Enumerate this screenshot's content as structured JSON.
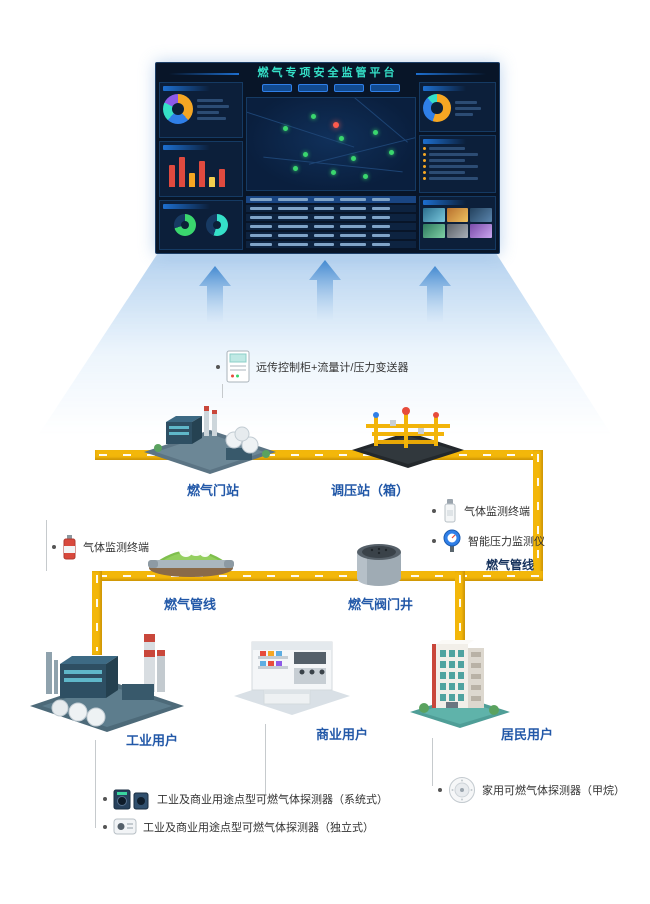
{
  "colors": {
    "pipe_yellow": "#f3b70a",
    "node_label_blue": "#2258a8",
    "dashboard_bg": "#081528",
    "dashboard_accent_teal": "#35e0c8",
    "alert_red": "#ff5b4d",
    "ok_green": "#3ad66e"
  },
  "dashboard": {
    "title": "燃气专项安全监管平台"
  },
  "nodes": {
    "gate_station": {
      "label": "燃气门站"
    },
    "regulator_station": {
      "label": "调压站（箱）"
    },
    "gas_pipeline": {
      "label": "燃气管线"
    },
    "valve_well": {
      "label": "燃气阀门井"
    },
    "pipeline_right_label": "燃气管线",
    "industrial_user": {
      "label": "工业用户"
    },
    "commercial_user": {
      "label": "商业用户"
    },
    "residential_user": {
      "label": "居民用户"
    }
  },
  "annotations": {
    "remote_cabinet": {
      "text": "远传控制柜+流量计/压力变送器",
      "icon": "control-cabinet-icon"
    },
    "gas_monitor_terminal_right": {
      "text": "气体监测终端",
      "icon": "gas-canister-icon"
    },
    "smart_pressure_monitor": {
      "text": "智能压力监测仪",
      "icon": "pressure-gauge-icon"
    },
    "gas_monitor_terminal_left": {
      "text": "气体监测终端",
      "icon": "gas-canister-red-icon"
    },
    "detector_system_type": {
      "text": "工业及商业用途点型可燃气体探测器（系统式）",
      "icon": "gas-detector-system-icon"
    },
    "detector_standalone_type": {
      "text": "工业及商业用途点型可燃气体探测器（独立式）",
      "icon": "gas-detector-standalone-icon"
    },
    "home_detector": {
      "text": "家用可燃气体探测器（甲烷）",
      "icon": "round-detector-icon"
    }
  }
}
